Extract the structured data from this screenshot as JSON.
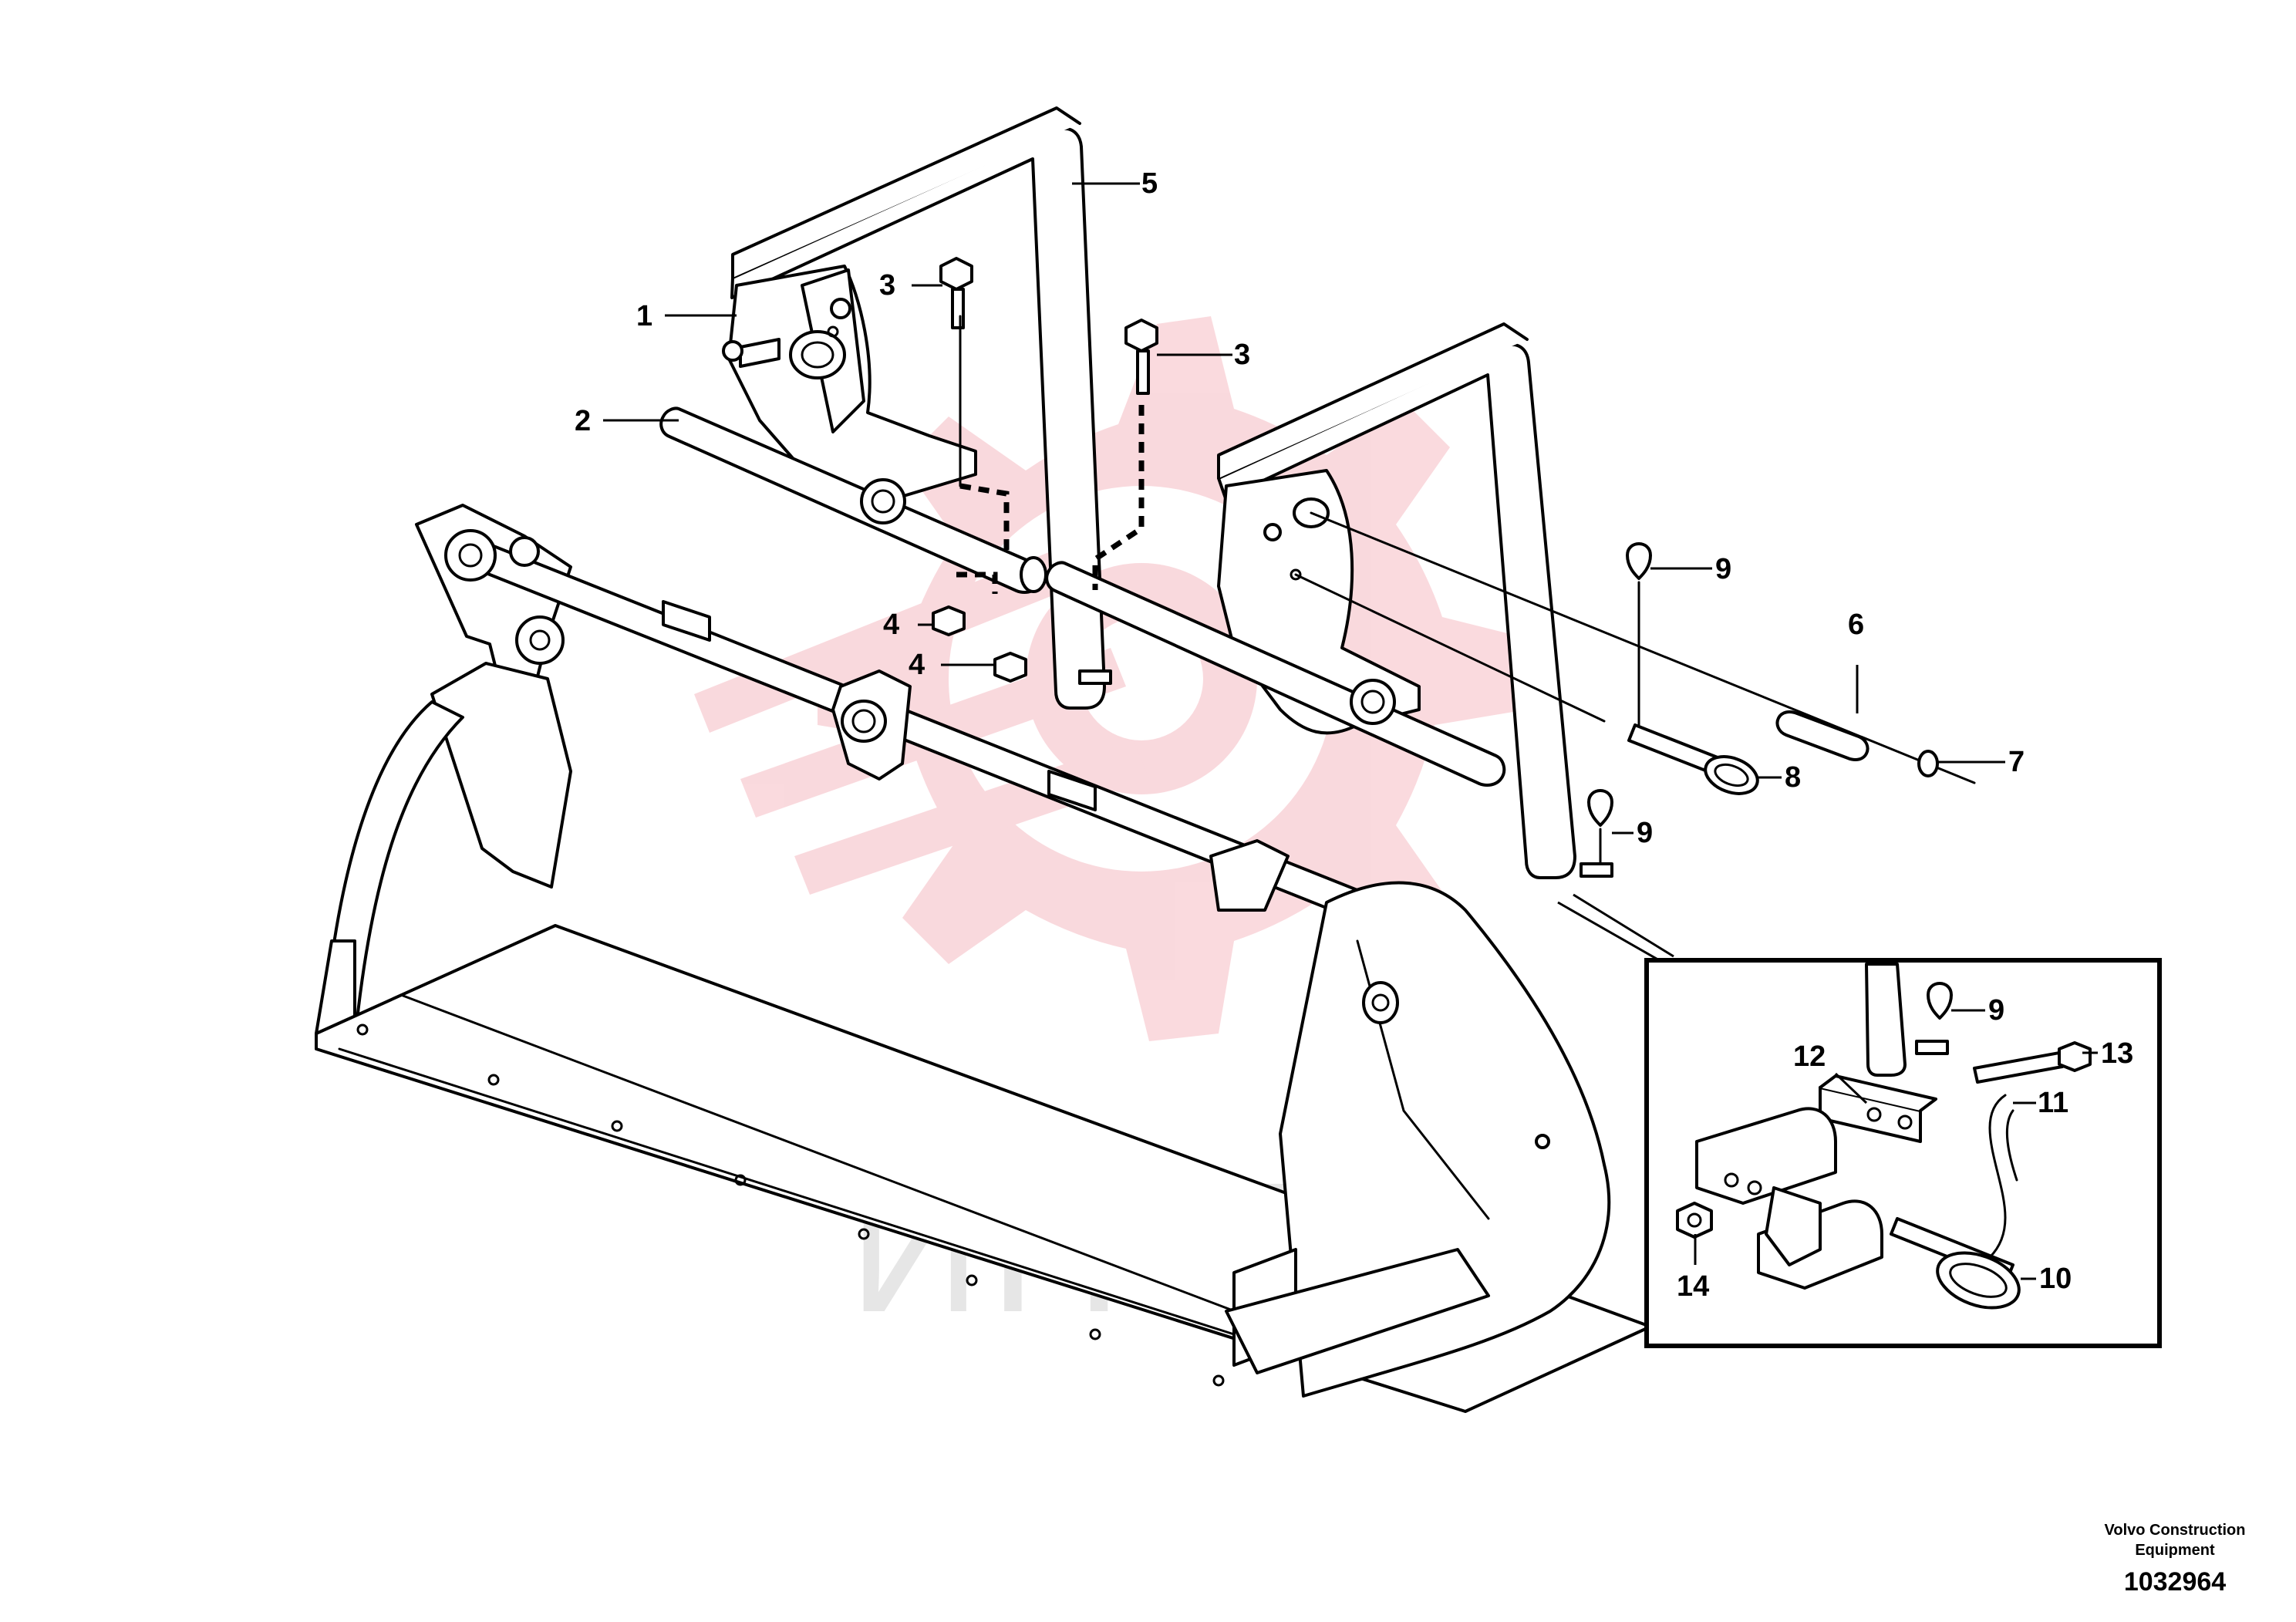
{
  "callouts": {
    "c1": "1",
    "c2": "2",
    "c3a": "3",
    "c3b": "3",
    "c4a": "4",
    "c4b": "4",
    "c5": "5",
    "c6": "6",
    "c7": "7",
    "c8": "8",
    "c9a": "9",
    "c9b": "9",
    "c9c": "9",
    "c10": "10",
    "c11": "11",
    "c12": "12",
    "c13": "13",
    "c14": "14"
  },
  "watermark": {
    "text": "ИНТЕХ",
    "color": "#e6e6e6",
    "logo_color": "#f9d3d8"
  },
  "footer": {
    "brand_line1": "Volvo Construction",
    "brand_line2": "Equipment",
    "drawing_number": "1032964"
  }
}
